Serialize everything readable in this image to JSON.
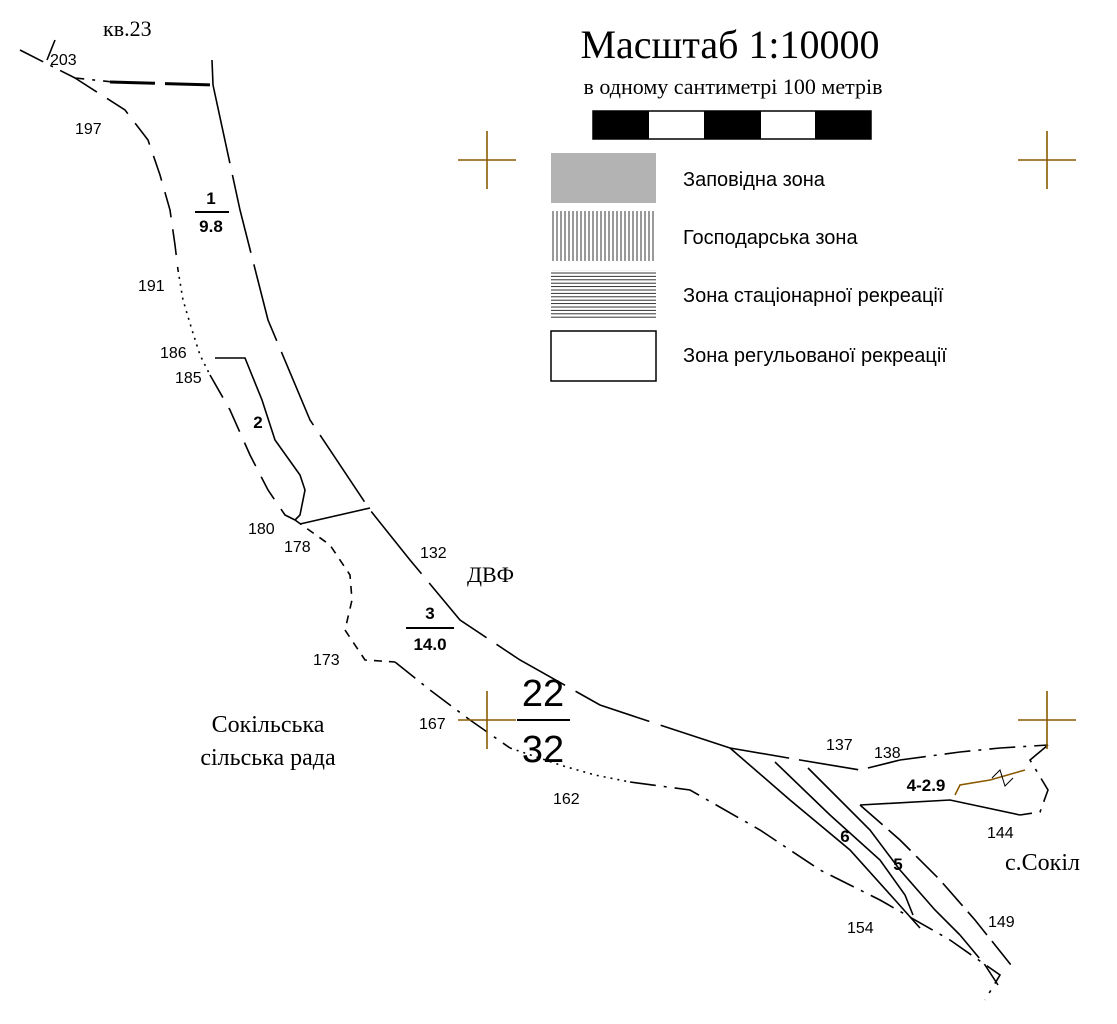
{
  "scale": {
    "title": "Масштаб  1:10000",
    "subtitle": "в одному сантиметрі 100 метрів"
  },
  "legend": [
    {
      "label": "Заповідна зона",
      "pattern": "solid-gray",
      "color": "#b3b3b3"
    },
    {
      "label": "Господарська зона",
      "pattern": "vertical-lines"
    },
    {
      "label": "Зона стаціонарної рекреації",
      "pattern": "horizontal-lines"
    },
    {
      "label": "Зона регульованої рекреації",
      "pattern": "empty"
    }
  ],
  "places": {
    "kv": "кв.23",
    "dvf": "ДВФ",
    "council_line1": "Сокільська",
    "council_line2": "сільська рада",
    "village": "с.Сокіл"
  },
  "quarter": {
    "top": "22",
    "bottom": "32"
  },
  "plots": [
    {
      "num": "1",
      "area": "9.8"
    },
    {
      "num": "2"
    },
    {
      "num": "3",
      "area": "14.0"
    },
    {
      "num": "4-2.9"
    },
    {
      "num": "5"
    },
    {
      "num": "6"
    }
  ],
  "points": [
    "203",
    "197",
    "191",
    "186",
    "185",
    "180",
    "178",
    "173",
    "167",
    "162",
    "154",
    "149",
    "144",
    "138",
    "137",
    "132"
  ],
  "colors": {
    "grid_cross": "#8B5A00",
    "reserve_zone": "#b3b3b3"
  }
}
